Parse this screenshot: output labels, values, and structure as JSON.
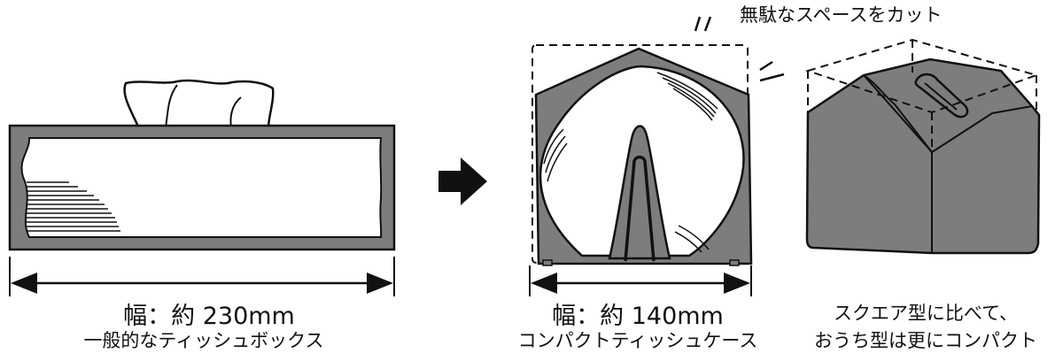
{
  "labels": {
    "annotation_cut": "無駄なスペースをカット",
    "box_width": "幅：約 230mm",
    "box_name": "一般的なティッシュボックス",
    "case_width": "幅：約 140mm",
    "case_name": "コンパクトティッシュケース",
    "comparison_line1": "スクエア型に比べて、",
    "comparison_line2": "おうち型は更にコンパクト"
  },
  "colors": {
    "case_fill": "#7d7d7d",
    "outline": "#111111",
    "background": "#ffffff"
  }
}
